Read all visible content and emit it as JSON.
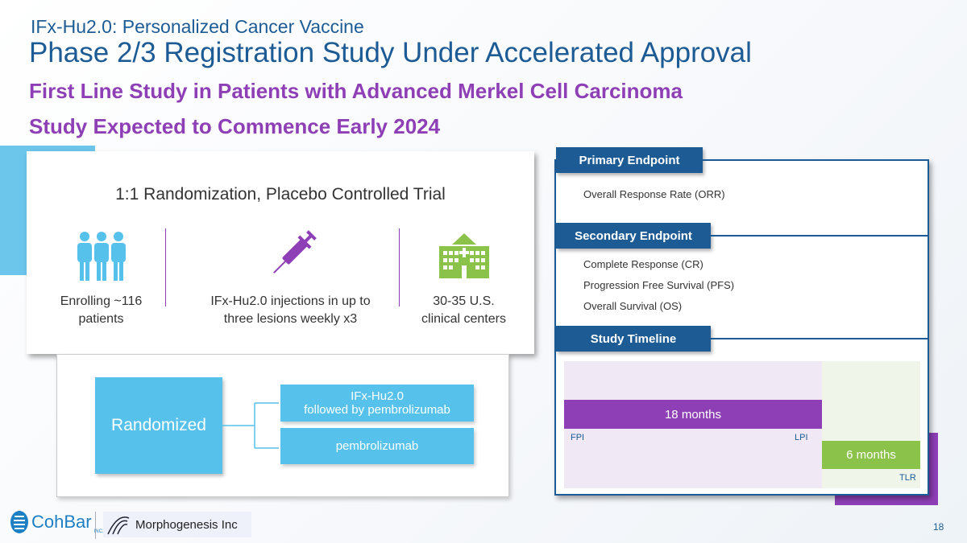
{
  "header": {
    "kicker": "IFx-Hu2.0: Personalized Cancer Vaccine",
    "title": "Phase 2/3 Registration Study Under Accelerated Approval",
    "subtitle1": "First Line Study in Patients with Advanced Merkel Cell Carcinoma",
    "subtitle2": "Study Expected to Commence Early 2024"
  },
  "trial": {
    "title": "1:1 Randomization, Placebo Controlled Trial",
    "columns": [
      {
        "icon": "people-icon",
        "text1": "Enrolling ~116",
        "text2": "patients"
      },
      {
        "icon": "syringe-icon",
        "text1": "IFx-Hu2.0 injections in up to",
        "text2": "three lesions weekly x3"
      },
      {
        "icon": "hospital-icon",
        "text1": "30-35 U.S.",
        "text2": "clinical centers"
      }
    ]
  },
  "randomization": {
    "label": "Randomized",
    "arm1_line1": "IFx-Hu2.0",
    "arm1_line2": "followed by pembrolizumab",
    "arm2": "pembrolizumab"
  },
  "endpoints": {
    "primary_header": "Primary Endpoint",
    "primary": [
      "Overall Response Rate (ORR)"
    ],
    "secondary_header": "Secondary Endpoint",
    "secondary": [
      "Complete Response (CR)",
      "Progression Free Survival (PFS)",
      "Overall Survival (OS)"
    ],
    "timeline_header": "Study Timeline"
  },
  "timeline": {
    "bar1": "18 months",
    "bar2": "6 months",
    "fpi": "FPI",
    "lpi": "LPI",
    "tlr": "TLR"
  },
  "colors": {
    "navy": "#1d5b95",
    "purple": "#8e3fb6",
    "blue": "#56c2ec",
    "green": "#8bc34a"
  },
  "footer": {
    "logo1": "CohBar",
    "logo1_sub": "INC.",
    "logo2": "Morphogenesis Inc",
    "page": "18"
  }
}
